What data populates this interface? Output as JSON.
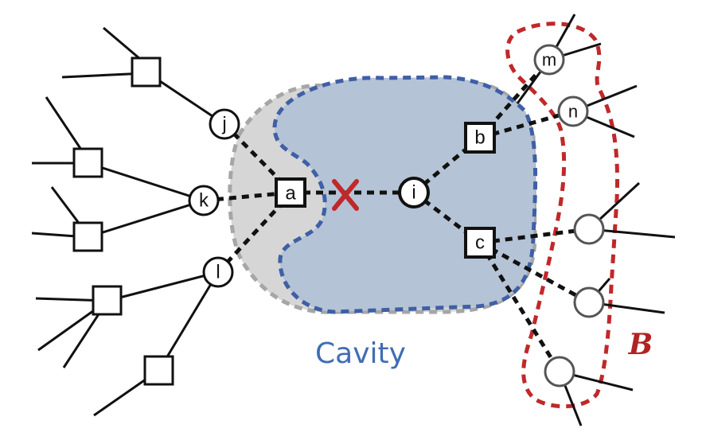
{
  "diagram": {
    "cavity_label": "Cavity",
    "boundary_label": "B",
    "removed_marker": "X",
    "square_nodes": [
      {
        "id": "a",
        "label": "a"
      },
      {
        "id": "b",
        "label": "b"
      },
      {
        "id": "c",
        "label": "c"
      }
    ],
    "circle_nodes": [
      {
        "id": "i",
        "label": "i"
      },
      {
        "id": "j",
        "label": "j"
      },
      {
        "id": "k",
        "label": "k"
      },
      {
        "id": "l",
        "label": "l"
      },
      {
        "id": "m",
        "label": "m"
      },
      {
        "id": "n",
        "label": "n"
      }
    ],
    "colors": {
      "cavity_fill": "#b4c3d5",
      "cavity_border": "#3f5fa6",
      "outer_region_fill": "#d6d6d6",
      "outer_region_border": "#a6a6a6",
      "boundary_border": "#c0282a",
      "removed_marker": "#c0282a",
      "label_blue": "#3f6db3"
    }
  }
}
